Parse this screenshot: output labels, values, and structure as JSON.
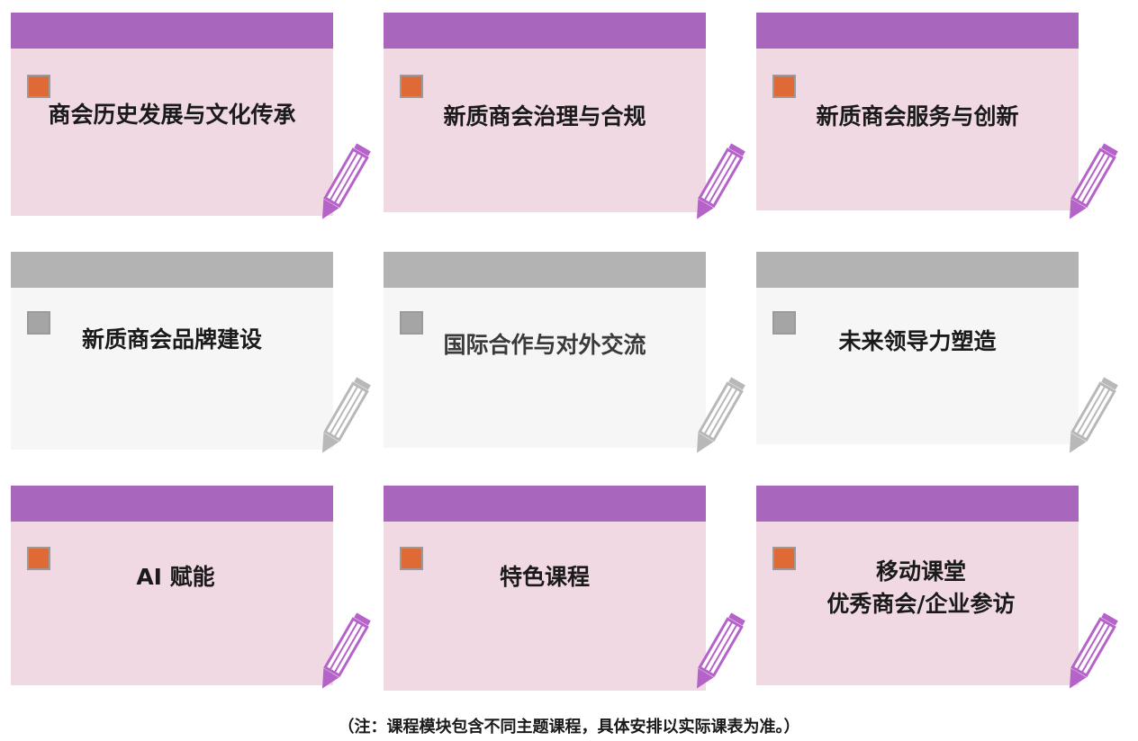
{
  "colors": {
    "purple_bar": "#a966bd",
    "purple_body": "#f1d9e3",
    "orange_square": "#e06a36",
    "gray_bar": "#b3b3b3",
    "gray_body": "#f6f6f6",
    "gray_square": "#a5a5a5"
  },
  "cards": [
    {
      "title": "商会历史发展与文化传承",
      "style": "purple",
      "icon": "pencil-icon"
    },
    {
      "title": "新质商会治理与合规",
      "style": "purple",
      "icon": "pencil-icon"
    },
    {
      "title": "新质商会服务与创新",
      "style": "purple",
      "icon": "pencil-icon"
    },
    {
      "title": "新质商会品牌建设",
      "style": "gray",
      "icon": "pencil-icon"
    },
    {
      "title": "国际合作与对外交流",
      "style": "gray",
      "icon": "pencil-icon"
    },
    {
      "title": "未来领导力塑造",
      "style": "gray",
      "icon": "pencil-icon"
    },
    {
      "title": "AI 赋能",
      "style": "purple",
      "icon": "pencil-icon"
    },
    {
      "title": "特色课程",
      "style": "purple",
      "icon": "pencil-icon"
    },
    {
      "title": "移动课堂\n优秀商会/企业参访",
      "style": "purple",
      "icon": "pencil-icon"
    }
  ],
  "footnote": "（注：课程模块包含不同主题课程，具体安排以实际课表为准。）"
}
